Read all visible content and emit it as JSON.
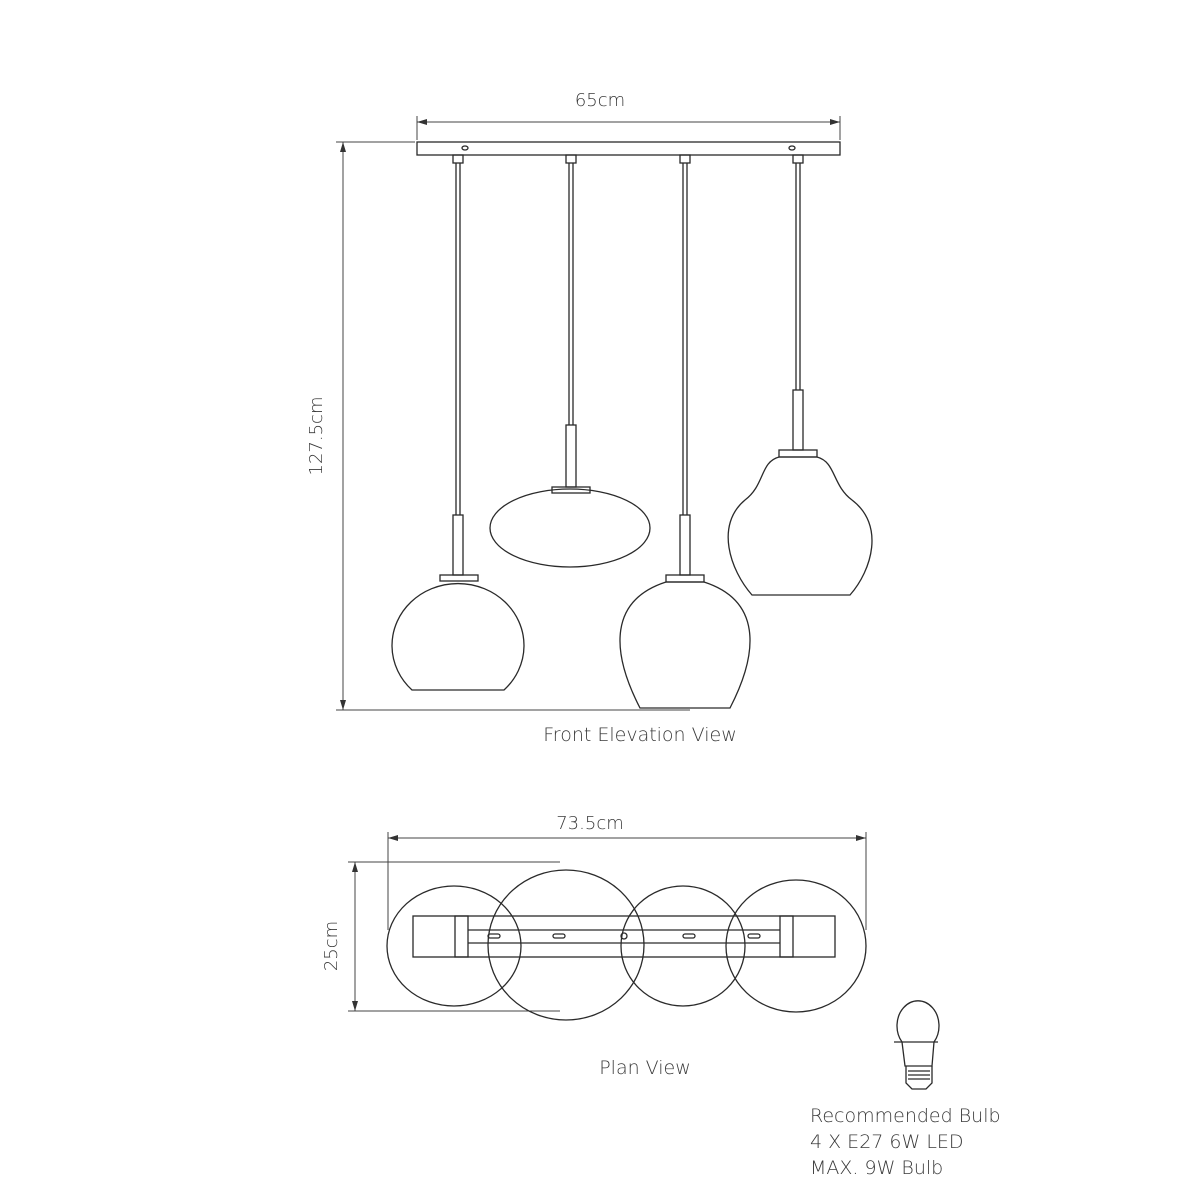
{
  "front_view": {
    "title": "Front Elevation View",
    "width_label": "65cm",
    "height_label": "127.5cm"
  },
  "plan_view": {
    "title": "Plan View",
    "width_label": "73.5cm",
    "depth_label": "25cm"
  },
  "bulb_info": {
    "line1": "Recommended  Bulb",
    "line2": "4 X E27 6W LED",
    "line3": "MAX. 9W Bulb"
  }
}
